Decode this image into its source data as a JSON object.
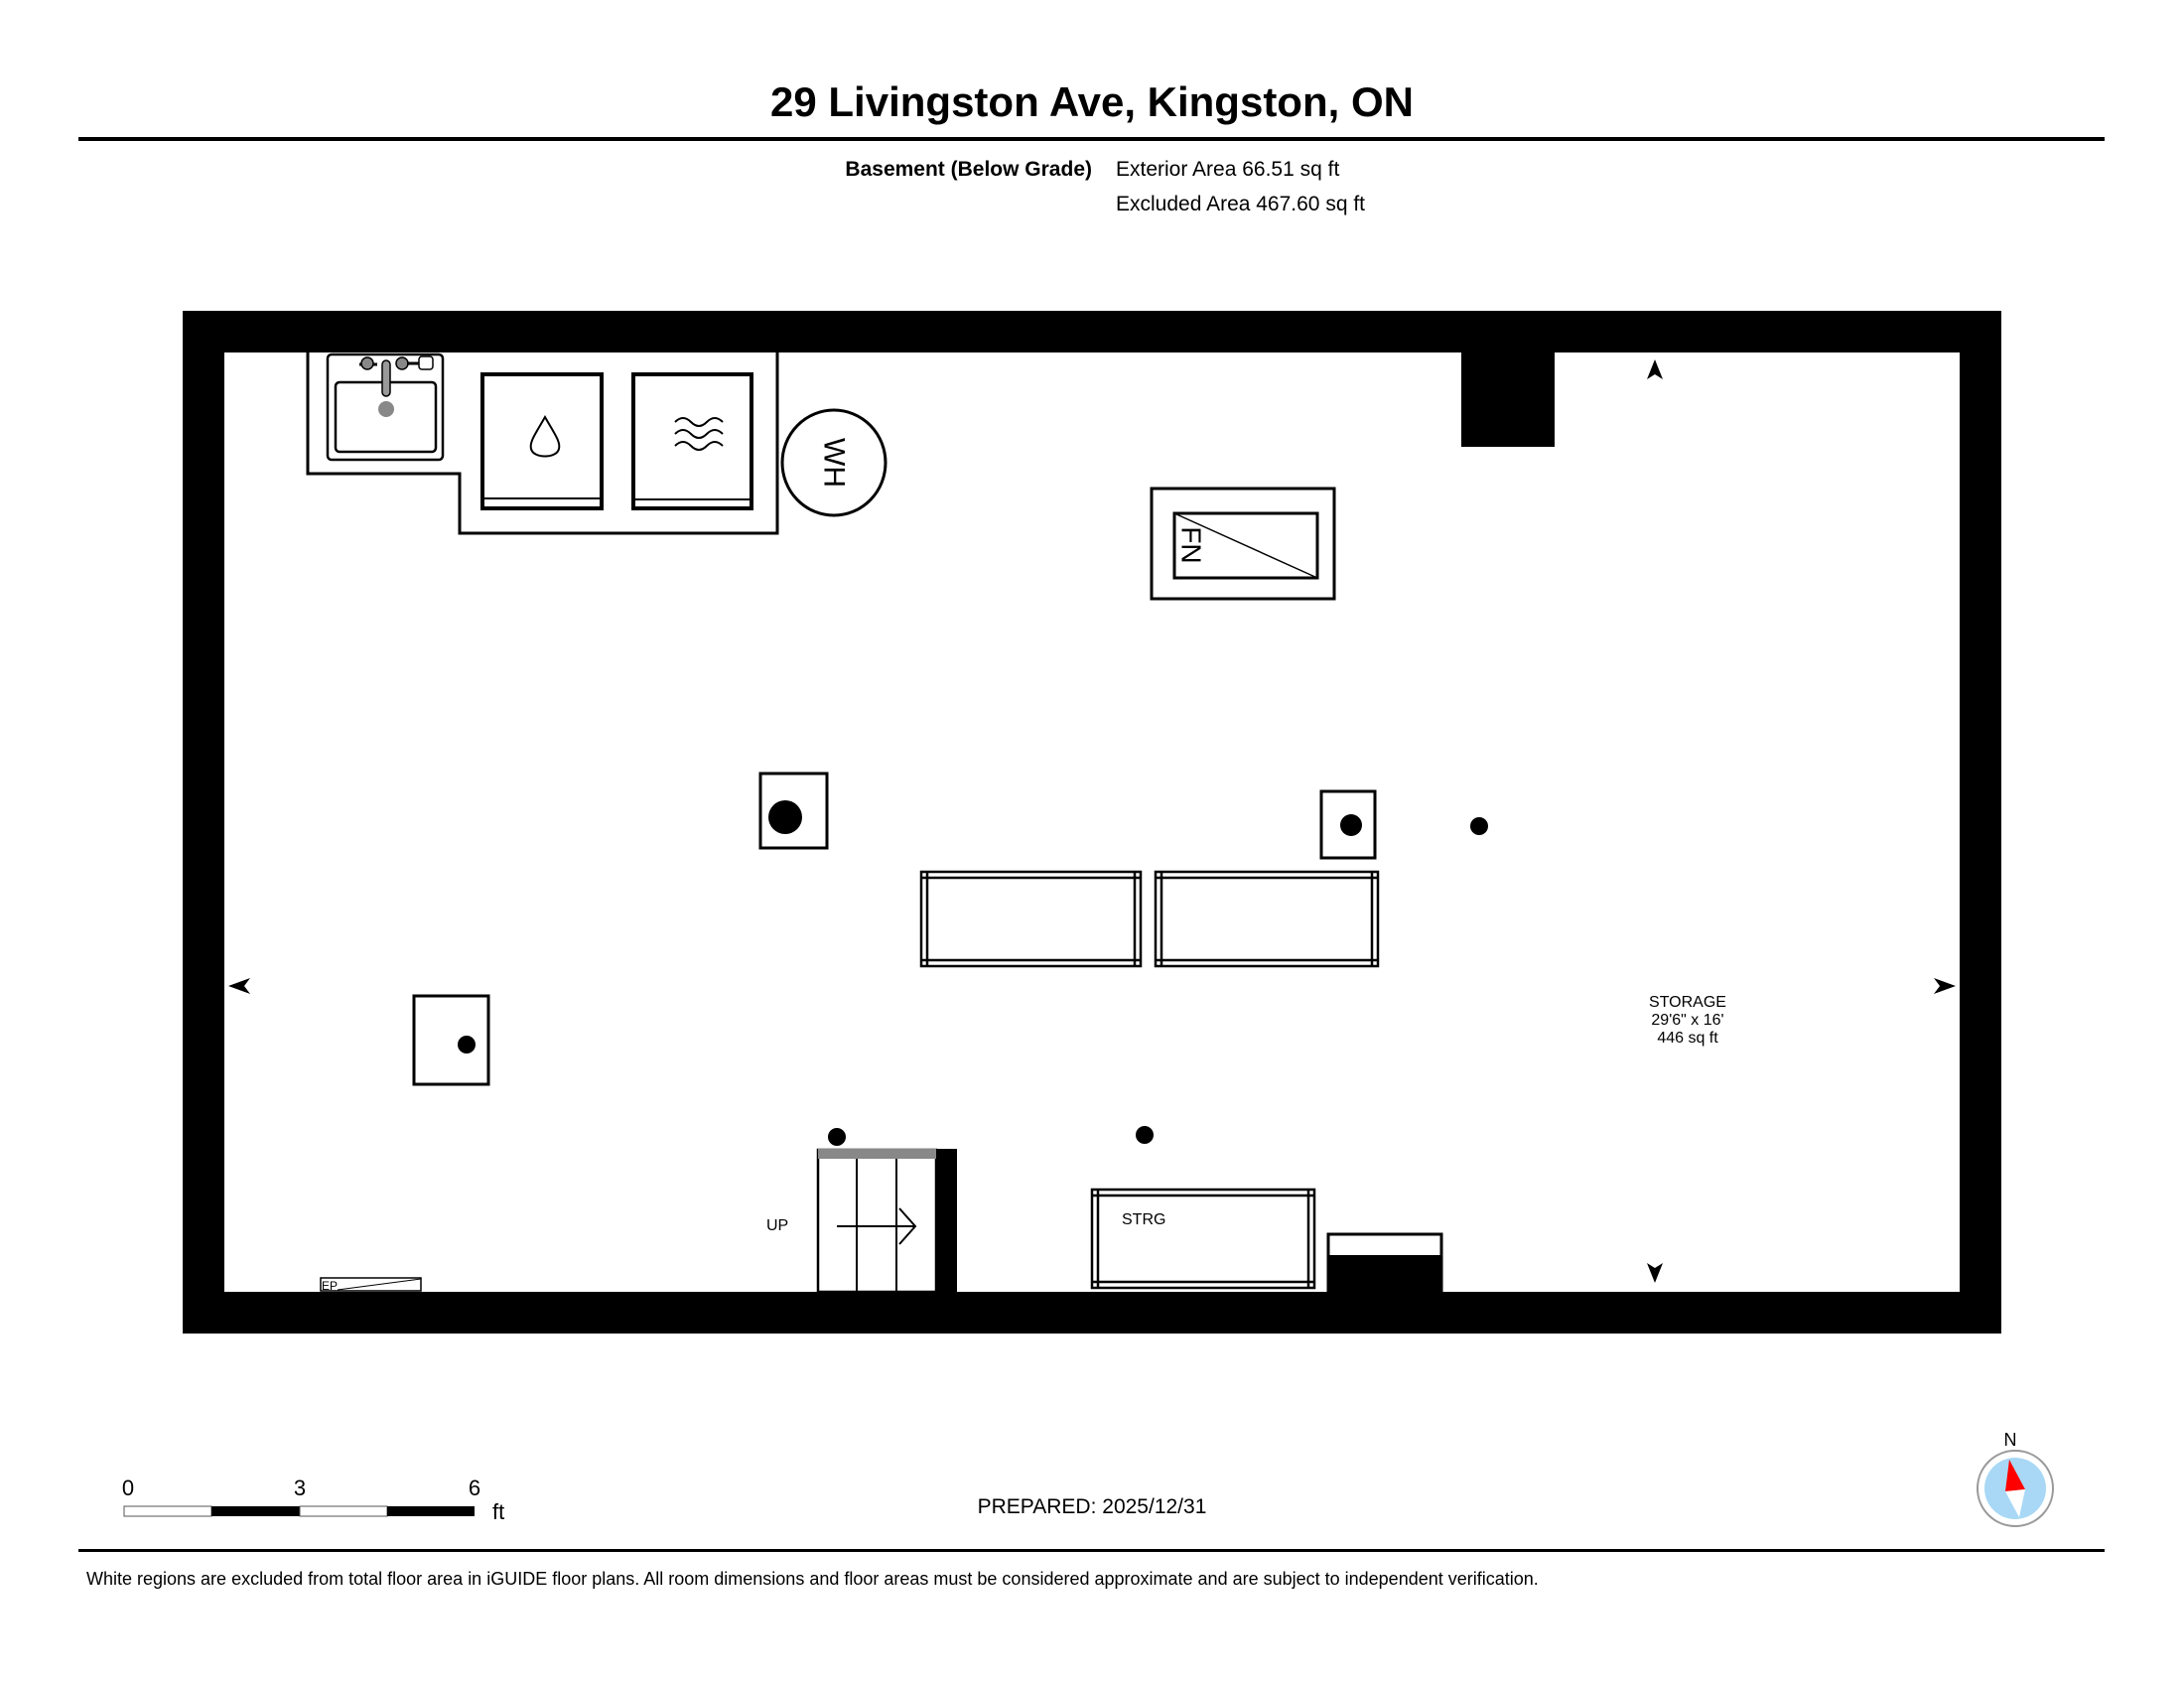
{
  "header": {
    "title": "29 Livingston Ave, Kingston, ON",
    "floor_label": "Basement (Below Grade)",
    "exterior_area": "Exterior Area 66.51 sq ft",
    "excluded_area": "Excluded Area 467.60 sq ft"
  },
  "plan": {
    "room": {
      "name": "STORAGE",
      "dimensions": "29'6\" x 16'",
      "area": "446 sq ft"
    },
    "labels": {
      "water_heater": "WH",
      "furnace": "FN",
      "stairs": "UP",
      "shelf": "STRG",
      "electrical_panel": "EP"
    }
  },
  "scale_bar": {
    "ticks": [
      "0",
      "3",
      "6"
    ],
    "unit": "ft"
  },
  "compass": {
    "north": "N",
    "needle_color": "#ff0000",
    "face_color": "#a8d8f5"
  },
  "prepared": "PREPARED: 2025/12/31",
  "footer": "White regions are excluded from total floor area in iGUIDE floor plans. All room dimensions and floor areas must be considered approximate and are subject to independent verification."
}
